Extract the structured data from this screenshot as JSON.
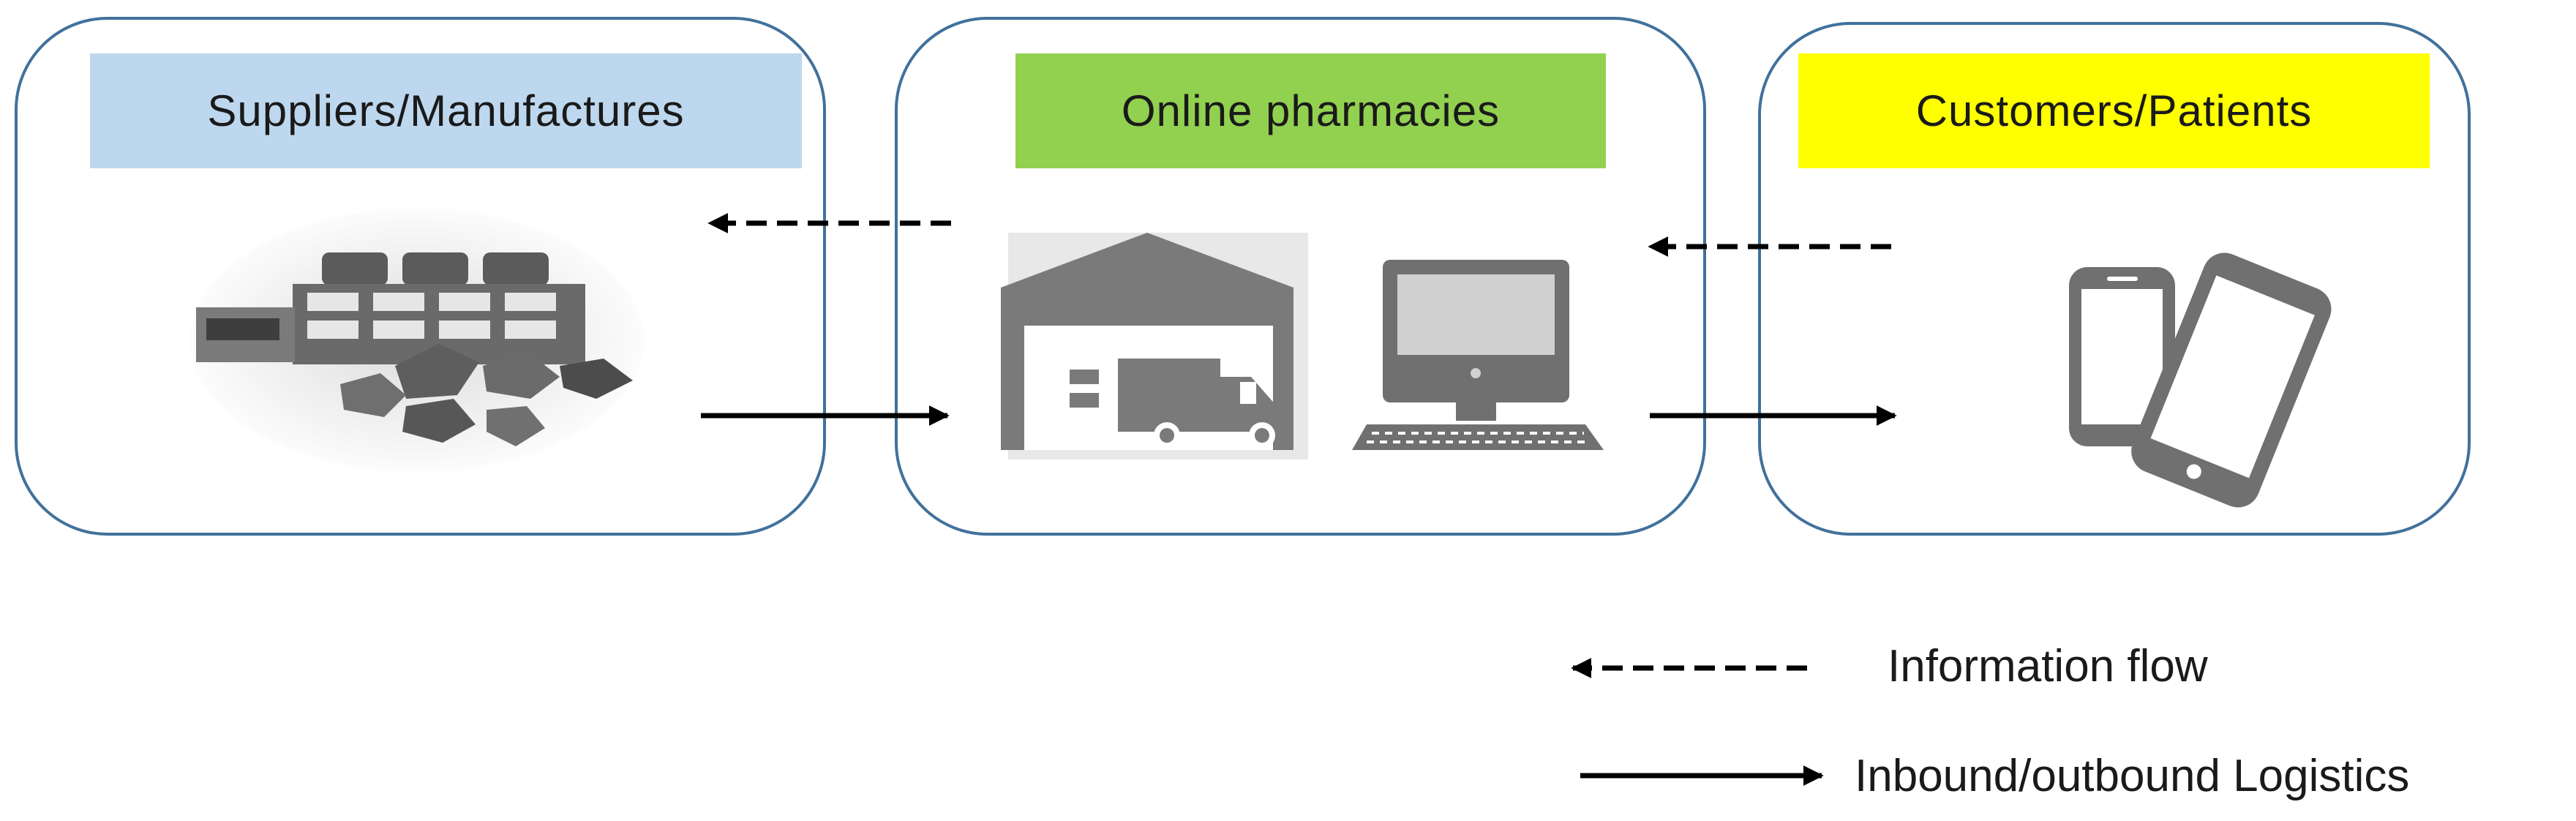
{
  "diagram": {
    "boxes": [
      {
        "id": "suppliers",
        "label": "Suppliers/Manufactures",
        "label_color": "#bdd7ee",
        "icon": "factory-icon"
      },
      {
        "id": "pharmacies",
        "label": "Online pharmacies",
        "label_color": "#92d050",
        "icons": [
          "warehouse-truck-icon",
          "computer-icon"
        ]
      },
      {
        "id": "customers",
        "label": "Customers/Patients",
        "label_color": "#ffff00",
        "icon": "smartphones-icon"
      }
    ],
    "border_color": "#41719c",
    "legend": {
      "information_flow": "Information flow",
      "logistics": "Inbound/outbound Logistics"
    }
  }
}
